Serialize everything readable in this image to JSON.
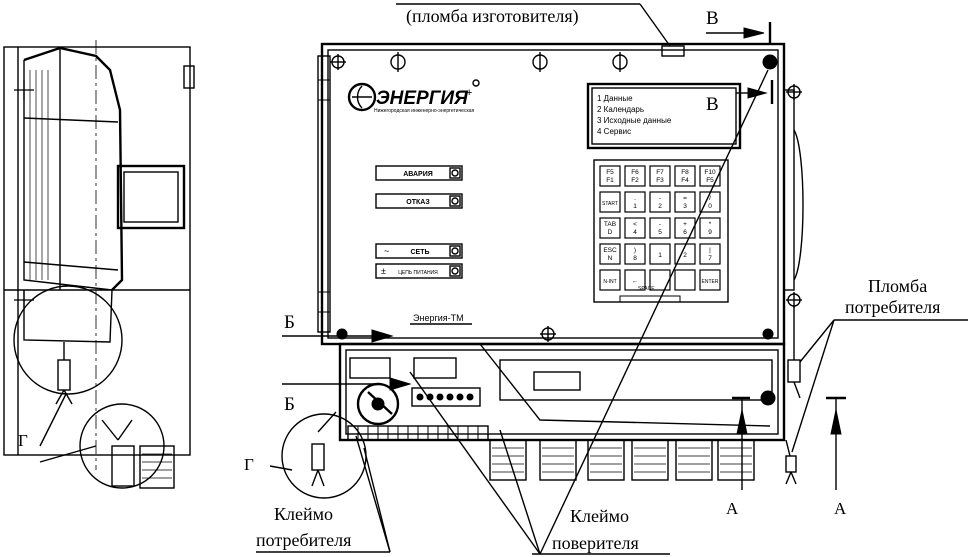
{
  "callouts": {
    "manufacturer_seal": "(пломба изготовителя)",
    "consumer_seal_line1": "Пломба",
    "consumer_seal_line2": "потребителя",
    "consumer_terminal_line1": "Клеймо",
    "consumer_terminal_line2": "потребителя",
    "verifier_terminal_line1": "Клеймо",
    "verifier_terminal_line2": "поверителя"
  },
  "section_marks": {
    "v_top": "В",
    "v_display": "В",
    "b_upper": "Б",
    "b_lower": "Б",
    "g_left": "Г",
    "g_right": "Г",
    "a_left": "А",
    "a_right": "А"
  },
  "device": {
    "model": "Энергия-ТМ",
    "brand": "ЭНЕРГИЯ",
    "brand_subtitle": "Нижегородская инженерно-энергетическая",
    "indicators": {
      "alarm": "АВАРИЯ",
      "fault": "ОТКАЗ",
      "network_symbol": "~",
      "network": "СЕТЬ",
      "battery_symbol": "±",
      "battery": "ЦЕПЬ ПИТАНИЯ"
    },
    "display_menu": [
      "1 Данные",
      "2 Календарь",
      "3 Исходные данные",
      "4 Сервис"
    ],
    "keypad": [
      [
        "F5 F1",
        "F6 F2",
        "F7 F3",
        "F8 F4",
        "F10 F5"
      ],
      [
        "START",
        ". 1",
        "- 2",
        "= 3",
        "/ 0"
      ],
      [
        "TAB D",
        "< 4",
        "- 5",
        "+ 6",
        "* 9"
      ],
      [
        "ESC N",
        ") 8",
        "1",
        "2",
        "| 7"
      ],
      [
        "N-INT",
        "←",
        "",
        "",
        "ENTER"
      ]
    ],
    "space_key": "SPACE"
  }
}
